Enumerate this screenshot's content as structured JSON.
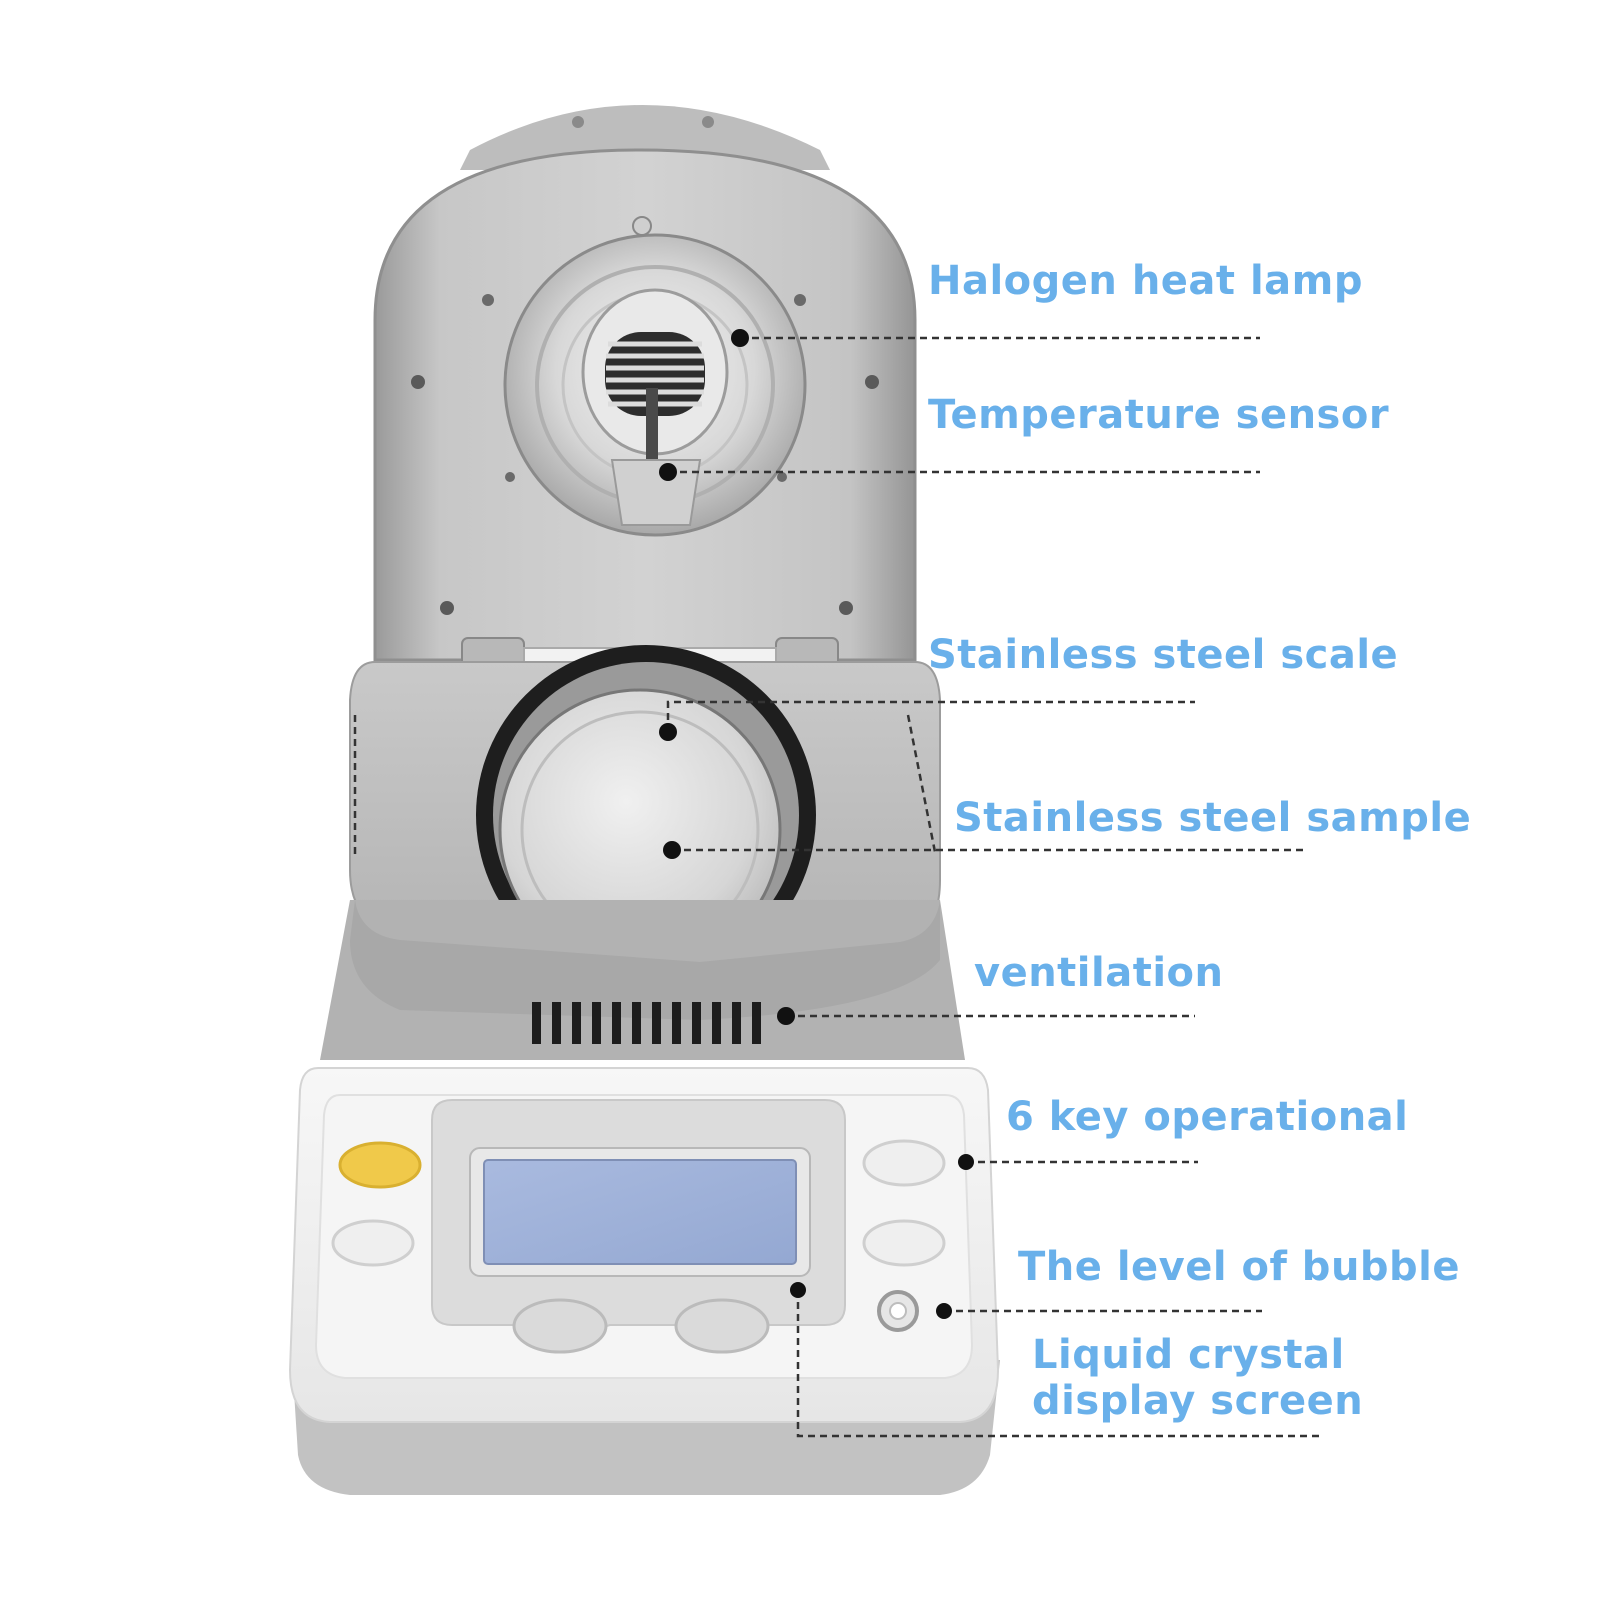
{
  "callouts": [
    {
      "id": "halogen",
      "text": "Halogen heat lamp"
    },
    {
      "id": "temp",
      "text": "Temperature sensor"
    },
    {
      "id": "scale",
      "text": "Stainless steel scale"
    },
    {
      "id": "sample",
      "text": "Stainless steel sample"
    },
    {
      "id": "vent",
      "text": "ventilation"
    },
    {
      "id": "keys",
      "text": "6 key operational"
    },
    {
      "id": "bubble",
      "text": "The level of bubble"
    },
    {
      "id": "lcd",
      "line1": "Liquid crystal",
      "line2": "display screen"
    }
  ],
  "colors": {
    "label": "#69b0ea",
    "leader": "#333333",
    "body_grey": "#b4b4b4",
    "panel_white": "#f3f3f3",
    "lcd": "#9fb2d8",
    "power_button": "#f2c94c"
  }
}
